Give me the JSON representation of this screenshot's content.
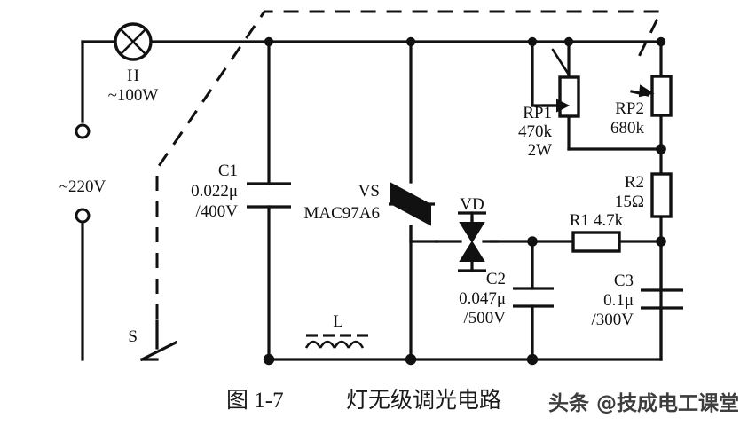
{
  "figure": {
    "number": "图 1-7",
    "title": "灯无级调光电路",
    "watermark": "头条 @技成电工课堂"
  },
  "components": {
    "lamp": {
      "designator": "H",
      "rating": "~100W",
      "symbol": "lamp-crossed-circle"
    },
    "supply": {
      "label": "~220V",
      "symbol": "ac-source-terminals"
    },
    "switch": {
      "designator": "S",
      "symbol": "spst-switch-open"
    },
    "c1": {
      "designator": "C1",
      "value": "0.022μ",
      "voltage": "/400V",
      "symbol": "capacitor"
    },
    "vs": {
      "designator": "VS",
      "part": "MAC97A6",
      "symbol": "triac"
    },
    "inductor": {
      "designator": "L",
      "symbol": "inductor-with-core"
    },
    "vd": {
      "designator": "VD",
      "symbol": "diac"
    },
    "c2": {
      "designator": "C2",
      "value": "0.047μ",
      "voltage": "/500V",
      "symbol": "capacitor"
    },
    "c3": {
      "designator": "C3",
      "value": "0.1μ",
      "voltage": "/300V",
      "symbol": "capacitor"
    },
    "r1": {
      "label": "R1 4.7k",
      "symbol": "resistor"
    },
    "r2": {
      "designator": "R2",
      "value": "15Ω",
      "symbol": "resistor"
    },
    "rp1": {
      "designator": "RP1",
      "value": "470k",
      "power": "2W",
      "symbol": "potentiometer"
    },
    "rp2": {
      "designator": "RP2",
      "value": "680k",
      "symbol": "potentiometer"
    }
  },
  "colors": {
    "ink": "#111111",
    "background": "#ffffff",
    "watermark": "#3d3d3d"
  }
}
